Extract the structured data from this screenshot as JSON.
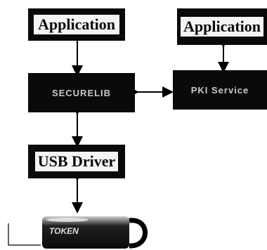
{
  "boxes": {
    "app_left": "Application",
    "app_right": "Application",
    "secure_lib": "SECURELIB",
    "pki_service": "PKI Service",
    "usb_driver": "USB Driver"
  },
  "device": {
    "brand_text": "TOKEN"
  }
}
